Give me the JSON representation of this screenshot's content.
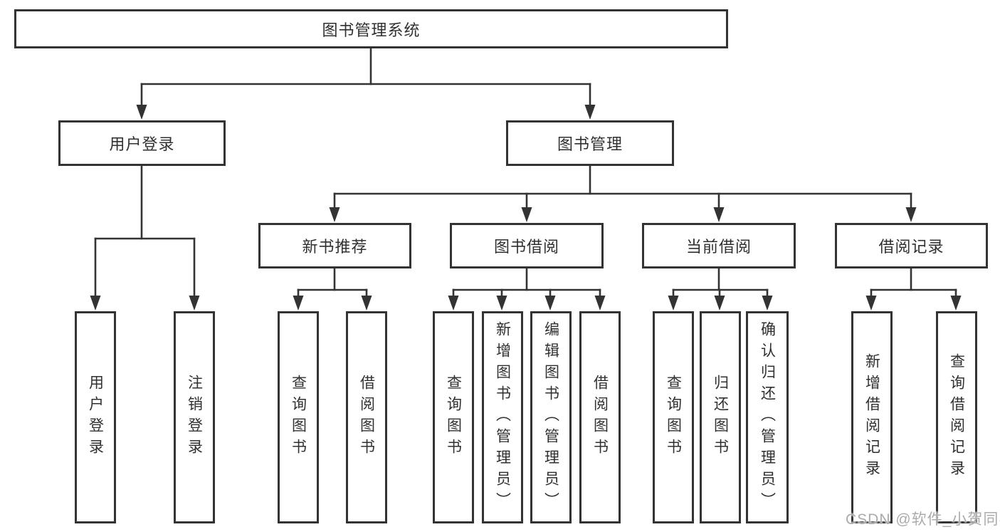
{
  "tree": {
    "root": "图书管理系统",
    "branches": [
      {
        "label": "用户登录",
        "children": [
          "用户登录",
          "注销登录"
        ]
      },
      {
        "label": "图书管理",
        "groups": [
          {
            "label": "新书推荐",
            "children": [
              "查询图书",
              "借阅图书"
            ]
          },
          {
            "label": "图书借阅",
            "children": [
              "查询图书",
              "新增图书（管理员）",
              "编辑图书（管理员）",
              "借阅图书"
            ]
          },
          {
            "label": "当前借阅",
            "children": [
              "查询图书",
              "归还图书",
              "确认归还（管理员）"
            ]
          },
          {
            "label": "借阅记录",
            "children": [
              "新增借阅记录",
              "查询借阅记录"
            ]
          }
        ]
      }
    ]
  },
  "watermark": "CSDN @软件_小贺同学",
  "colors": {
    "line": "#333333",
    "box_border": "#333333",
    "text": "#303030",
    "background": "#ffffff",
    "watermark": "#ababab"
  }
}
